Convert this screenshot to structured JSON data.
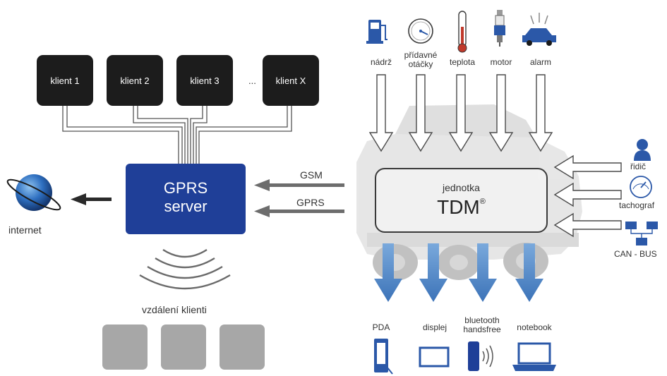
{
  "clients": [
    "klient 1",
    "klient 2",
    "klient 3",
    "klient X"
  ],
  "ellipsis": "...",
  "server": {
    "line1": "GPRS",
    "line2": "server"
  },
  "internet": "internet",
  "remote_clients": "vzdálení klienti",
  "links": {
    "gsm": "GSM",
    "gprs": "GPRS"
  },
  "unit": {
    "label": "jednotka",
    "name": "TDM",
    "mark": "®"
  },
  "sensors": [
    {
      "icon": "fuel-pump-icon",
      "label": "nádrž"
    },
    {
      "icon": "gauge-icon",
      "label": "přídavné\notáčky"
    },
    {
      "icon": "thermometer-icon",
      "label": "teplota"
    },
    {
      "icon": "spark-plug-icon",
      "label": "motor"
    },
    {
      "icon": "car-alarm-icon",
      "label": "alarm"
    }
  ],
  "side_inputs": [
    {
      "icon": "driver-icon",
      "label": "řidič"
    },
    {
      "icon": "tachograph-icon",
      "label": "tachograf"
    },
    {
      "icon": "network-icon",
      "label": "CAN - BUS"
    }
  ],
  "outputs": [
    {
      "icon": "pda-icon",
      "label": "PDA"
    },
    {
      "icon": "display-icon",
      "label": "displej"
    },
    {
      "icon": "bluetooth-handsfree-icon",
      "label": "bluetooth\nhandsfree"
    },
    {
      "icon": "notebook-icon",
      "label": "notebook"
    }
  ],
  "colors": {
    "server_blue": "#1f3f98",
    "client_black": "#1c1c1c",
    "output_arrow_blue": "#4f86c6",
    "icon_blue": "#2b58a8"
  }
}
